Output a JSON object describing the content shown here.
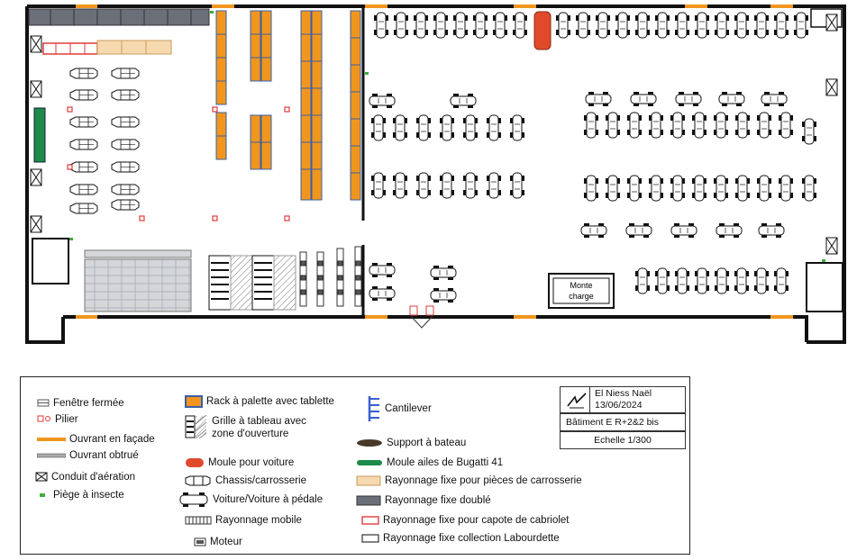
{
  "plan": {
    "monte_charge_line1": "Monte",
    "monte_charge_line2": "charge"
  },
  "legend": {
    "fenetre_fermee": "Fenêtre fermée",
    "pilier": "Pilier",
    "ouvrant_facade": "Ouvrant en façade",
    "ouvrant_obtrue": "Ouvrant obtrué",
    "conduit_aeration": "Conduit d'aération",
    "piege_insecte": "Piège à insecte",
    "rack_palette": "Rack à palette avec tablette",
    "grille_line1": "Grille à tableau avec",
    "grille_line2": "zone d'ouverture",
    "moule_voiture": "Moule pour voiture",
    "chassis": "Chassis/carrosserie",
    "voiture_pedale": "Voiture/Voiture à pédale",
    "rayonnage_mobile": "Rayonnage mobile",
    "moteur": "Moteur",
    "cantilever": "Cantilever",
    "support_bateau": "Support à bateau",
    "moule_ailes": "Moule ailes de Bugatti 41",
    "rayonnage_carrosserie": "Rayonnage fixe pour pièces de carrosserie",
    "rayonnage_double": "Rayonnage fixe doublé",
    "rayonnage_capote": "Rayonnage fixe pour capote de cabriolet",
    "rayonnage_labourdette": "Rayonnage fixe collection Labourdette"
  },
  "title_block": {
    "author": "El Niess Naël",
    "date": "13/06/2024",
    "building": "Bâtiment E R+2&2 bis",
    "scale": "Echelle 1/300"
  },
  "colors": {
    "rack_orange": "#f0961e",
    "rack_border": "#3a5fa8",
    "moule_red": "#e04a2a",
    "moule_green": "#1e8a4a",
    "shelf_grey": "#6b6f78",
    "carrosserie_beige": "#f7d9b0",
    "capote_red": "#e03b3b",
    "pilier_red": "#e03b3b",
    "insect_green": "#3fae3f",
    "cantilever_blue": "#3a5fd0"
  },
  "icons": [
    "window-closed-icon",
    "pillar-icon",
    "opening-icon",
    "blocked-opening-icon",
    "vent-duct-icon",
    "insect-trap-icon",
    "rack-icon",
    "grille-icon",
    "car-mould-icon",
    "chassis-icon",
    "car-icon",
    "mobile-shelf-icon",
    "engine-icon",
    "cantilever-icon",
    "boat-support-icon",
    "wing-mould-icon"
  ]
}
